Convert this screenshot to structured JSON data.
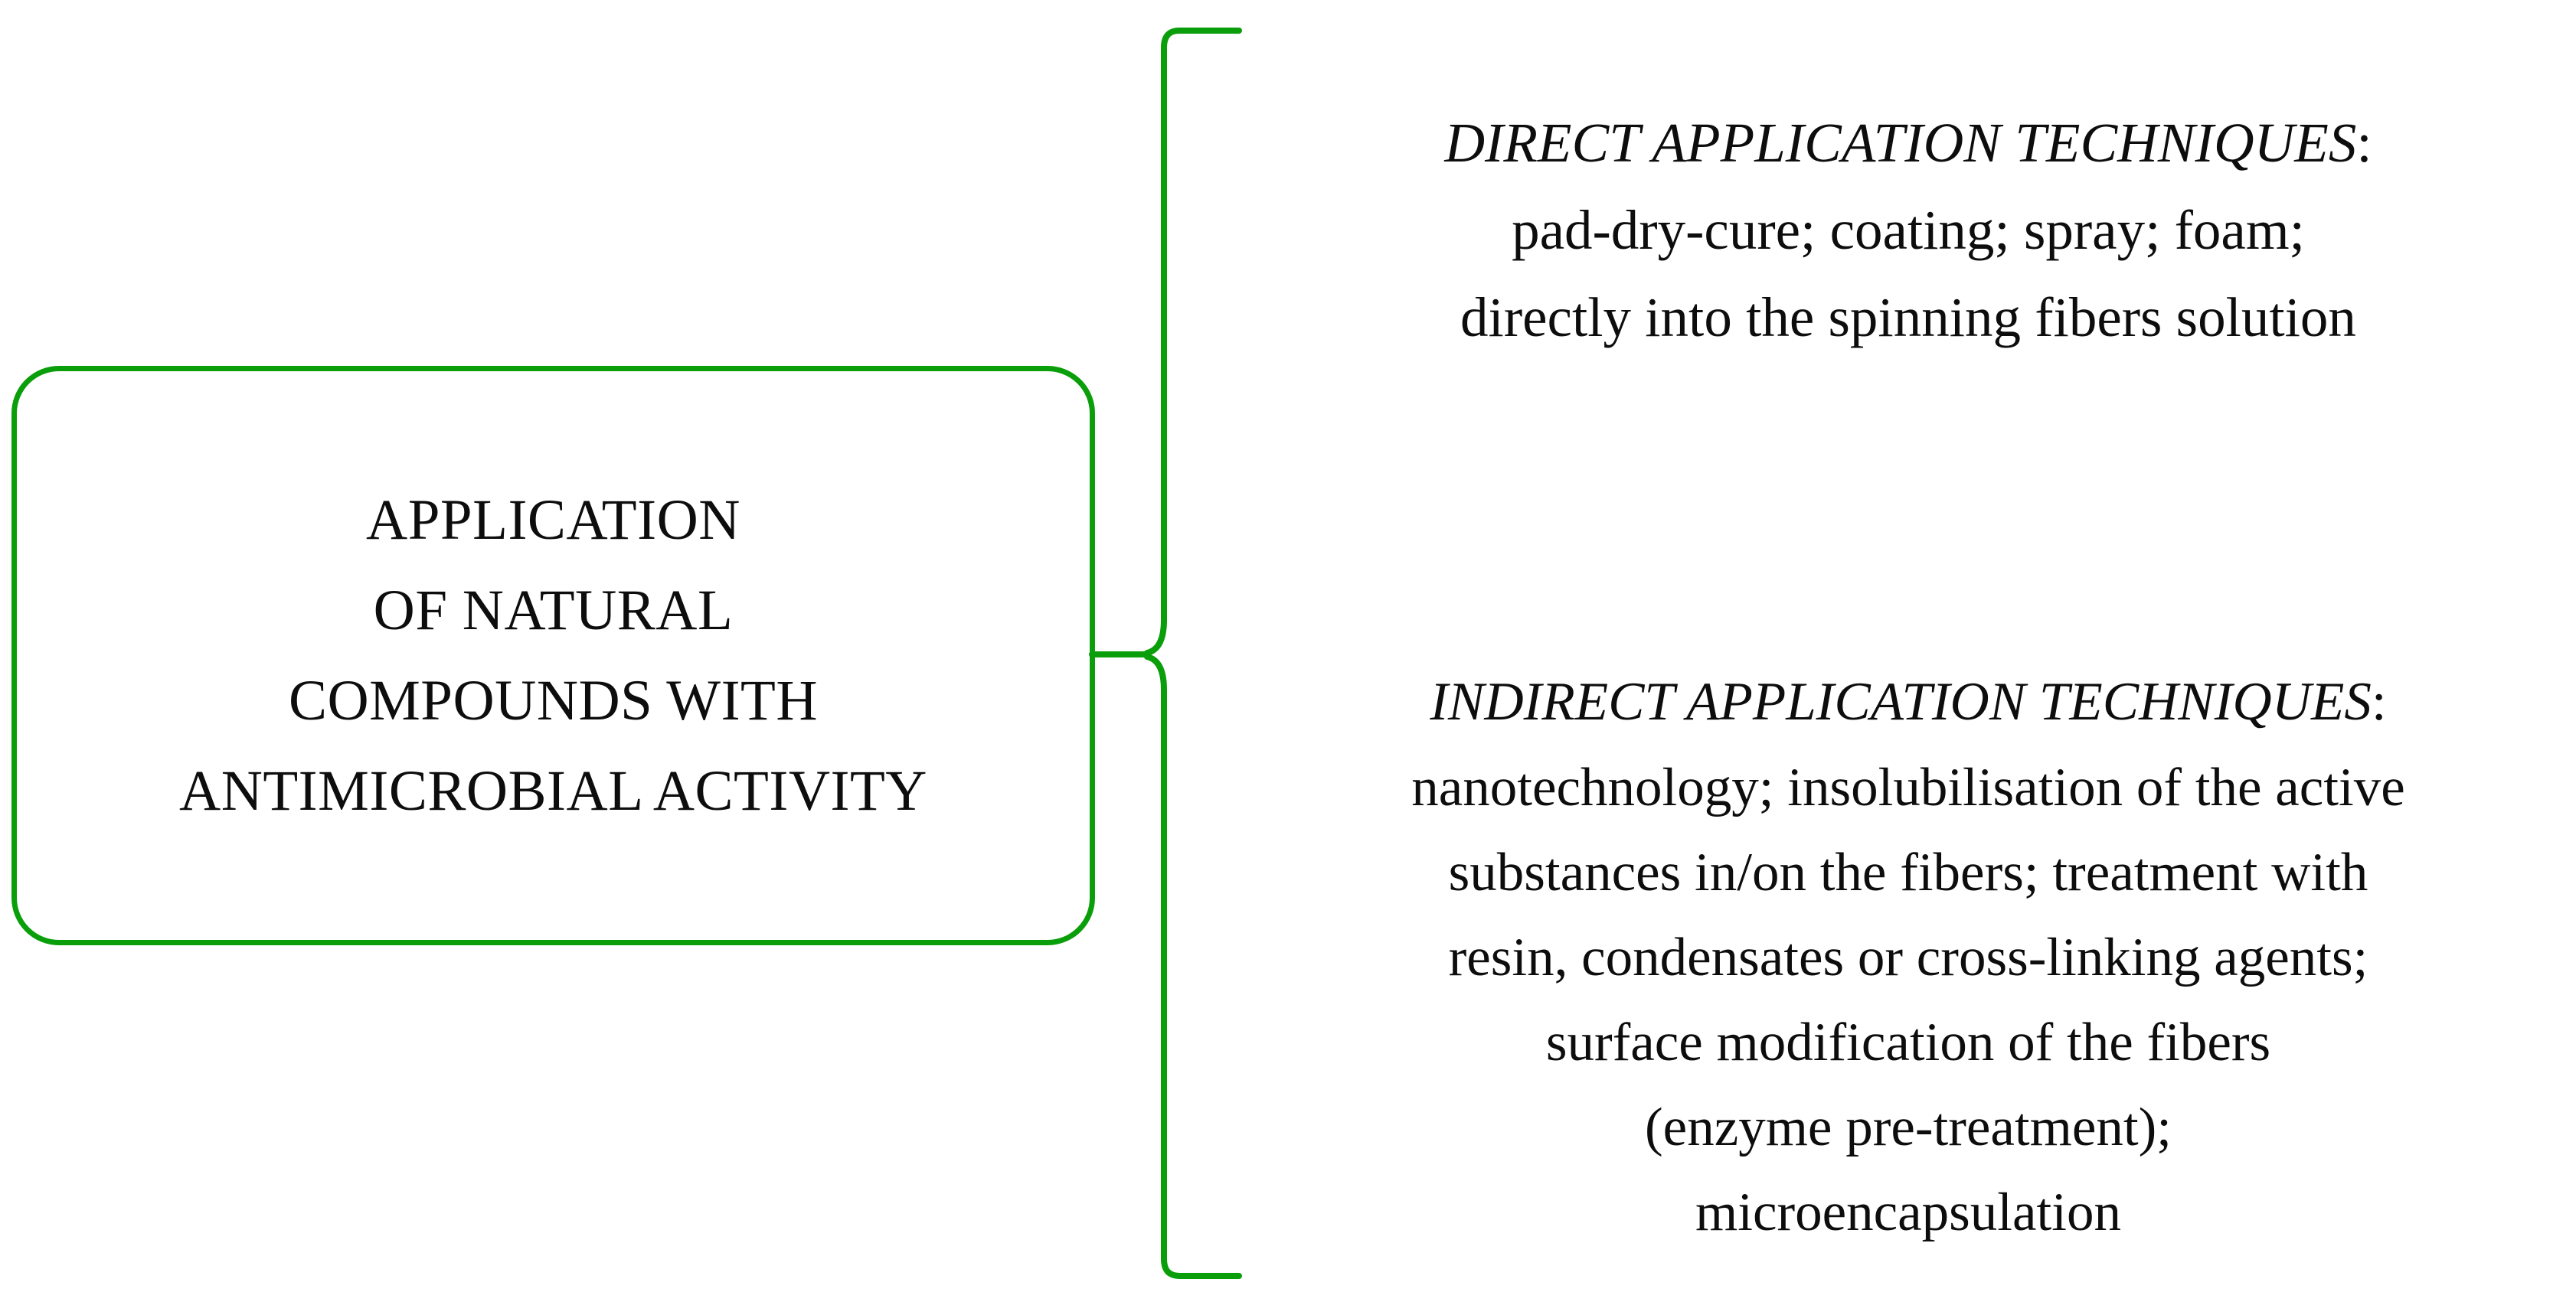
{
  "diagram": {
    "title": "Application of natural compounds with antimicrobial activity",
    "accent_color": "#0a9e0a",
    "text_color": "#0d0d0d",
    "background_color": "#ffffff"
  },
  "root": {
    "label": "APPLICATION\nOF NATURAL\nCOMPOUNDS WITH\nANTIMICROBIAL ACTIVITY",
    "lines": [
      "APPLICATION",
      "OF NATURAL",
      "COMPOUNDS WITH",
      "ANTIMICROBIAL ACTIVITY"
    ]
  },
  "connector": {
    "type": "curly-brace",
    "orientation": "right",
    "color": "#0a9e0a"
  },
  "branches": [
    {
      "id": "direct",
      "heading": "DIRECT APPLICATION TECHNIQUES",
      "heading_suffix": ":",
      "body": "pad-dry-cure; coating; spray; foam;\ndirectly into the spinning fibers solution",
      "items": [
        "pad-dry-cure",
        "coating",
        "spray",
        "foam",
        "directly into the spinning fibers solution"
      ]
    },
    {
      "id": "indirect",
      "heading": "INDIRECT APPLICATION TECHNIQUES",
      "heading_suffix": ":",
      "body": "nanotechnology; insolubilisation of the active\nsubstances in/on the fibers; treatment with\nresin, condensates or cross-linking agents;\nsurface modification of the fibers\n(enzyme pre-treatment);\nmicroencapsulation",
      "items": [
        "nanotechnology",
        "insolubilisation of the active substances in/on the fibers",
        "treatment with resin, condensates or cross-linking agents",
        "surface modification of the fibers (enzyme pre-treatment)",
        "microencapsulation"
      ]
    }
  ]
}
